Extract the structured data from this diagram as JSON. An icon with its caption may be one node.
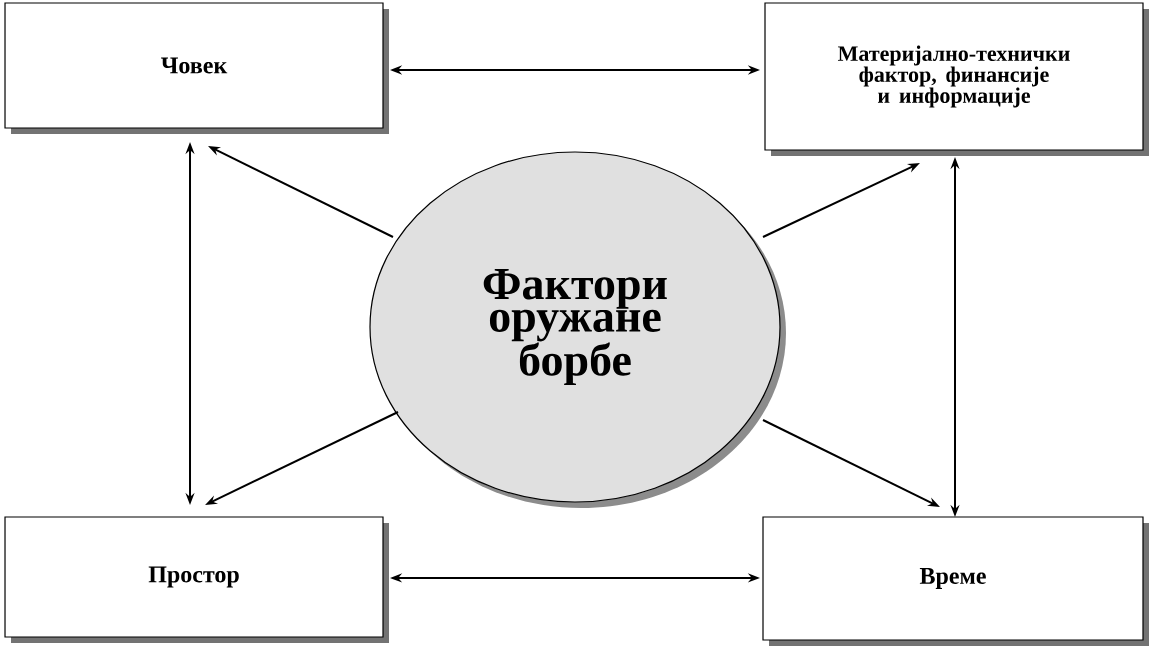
{
  "diagram": {
    "nodes": [
      {
        "text": [
          "Човек"
        ]
      },
      {
        "text": [
          "Материјално-технички фактор, финансије и информације"
        ]
      },
      {
        "text": [
          "Фактори оружане борбе"
        ]
      },
      {
        "text": [
          "Простор"
        ]
      },
      {
        "text": [
          "Време"
        ]
      }
    ],
    "edges": [
      {
        "from": 0,
        "to": 1,
        "arrow": "both"
      },
      {
        "from": 2,
        "to": 0,
        "arrow": "to"
      },
      {
        "from": 2,
        "to": 1,
        "arrow": "to"
      },
      {
        "from": 2,
        "to": 3,
        "arrow": "to"
      },
      {
        "from": 2,
        "to": 4,
        "arrow": "to"
      },
      {
        "from": 0,
        "to": 3,
        "arrow": "both"
      },
      {
        "from": 1,
        "to": 4,
        "arrow": "both"
      },
      {
        "from": 3,
        "to": 4,
        "arrow": "both"
      }
    ]
  }
}
